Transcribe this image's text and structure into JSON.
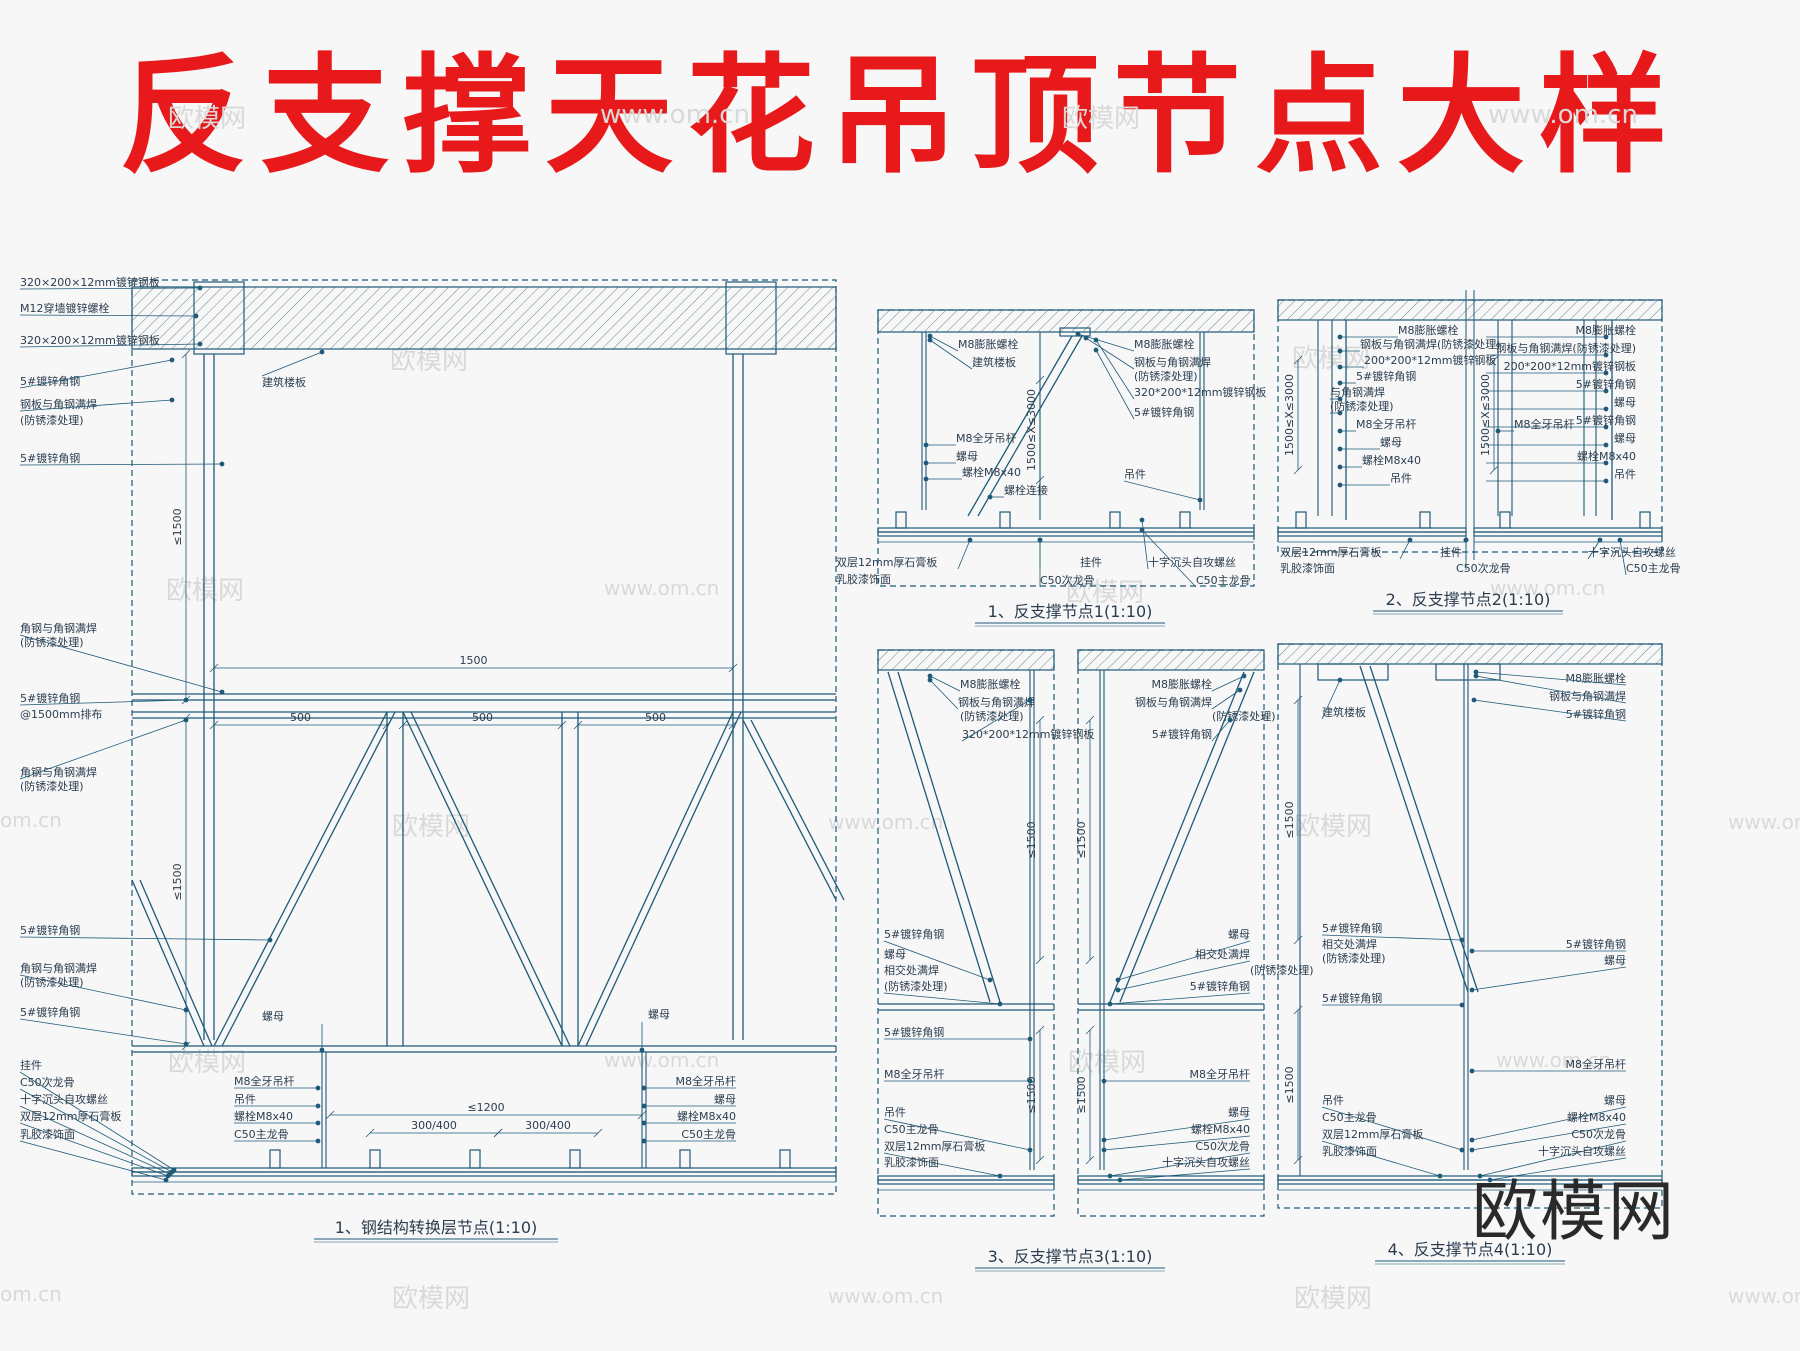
{
  "title": "反支撑天花吊顶节点大样",
  "watermarks": {
    "logo": "欧模网",
    "site": "www.om.cn",
    "site_short": "om.cn"
  },
  "brand_logo": "欧模网",
  "colors": {
    "title": "#e8191b",
    "line": "#1f5a78",
    "text": "#2b3d4f",
    "bg": "#f7f7f7"
  },
  "d1": {
    "caption": "1、钢结构转换层节点(1:10)",
    "labels": [
      "320×200×12mm镀锌钢板",
      "M12穿墙镀锌螺栓",
      "320×200×12mm镀锌钢板",
      "5#镀锌角钢",
      "钢板与角钢满焊",
      "(防锈漆处理)",
      "5#镀锌角钢",
      "角钢与角钢满焊",
      "(防锈漆处理)",
      "5#镀锌角钢",
      "@1500mm排布",
      "角钢与角钢满焊",
      "(防锈漆处理)",
      "5#镀锌角钢",
      "角钢与角钢满焊",
      "(防锈漆处理)",
      "5#镀锌角钢",
      "挂件",
      "C50次龙骨",
      "十字沉头自攻螺丝",
      "双层12mm厚石膏板",
      "乳胶漆饰面",
      "建筑楼板",
      "螺母",
      "螺母",
      "M8全牙吊杆",
      "M8全牙吊杆",
      "吊件",
      "螺母",
      "螺栓M8x40",
      "螺栓M8x40",
      "C50主龙骨",
      "C50主龙骨"
    ],
    "dims": [
      "≤1500",
      "≤1500",
      "1500",
      "500",
      "500",
      "500",
      "≤1200",
      "300/400",
      "300/400"
    ]
  },
  "d2": {
    "caption": "1、反支撑节点1(1:10)",
    "labels": [
      "M8膨胀螺栓",
      "建筑楼板",
      "M8膨胀螺栓",
      "钢板与角钢满焊",
      "(防锈漆处理)",
      "320*200*12mm镀锌钢板",
      "5#镀锌角钢",
      "M8全牙吊杆",
      "螺母",
      "螺栓M8x40",
      "螺栓连接",
      "吊件",
      "双层12mm厚石膏板",
      "乳胶漆饰面",
      "挂件",
      "C50次龙骨",
      "十字沉头自攻螺丝",
      "C50主龙骨"
    ],
    "dims": [
      "1500≤X≤3000"
    ]
  },
  "d3": {
    "caption": "2、反支撑节点2(1:10)",
    "labels": [
      "M8膨胀螺栓",
      "钢板与角钢满焊(防锈漆处理)",
      "200*200*12mm镀锌钢板",
      "5#镀锌角钢",
      "与角钢满焊",
      "(防锈漆处理)",
      "M8全牙吊杆",
      "螺母",
      "螺栓M8x40",
      "吊件",
      "M8膨胀螺栓",
      "钢板与角钢满焊(防锈漆处理)",
      "200*200*12mm镀锌钢板",
      "5#镀锌角钢",
      "螺母",
      "5#镀锌角钢",
      "螺母",
      "螺栓M8x40",
      "吊件",
      "M8全牙吊杆",
      "双层12mm厚石膏板",
      "乳胶漆饰面",
      "挂件",
      "C50次龙骨",
      "十字沉头自攻螺丝",
      "C50主龙骨"
    ],
    "dims": [
      "1500≤X≤3000",
      "1500≤X≤3000"
    ]
  },
  "d4": {
    "caption": "3、反支撑节点3(1:10)",
    "labels": [
      "M8膨胀螺栓",
      "钢板与角钢满焊",
      "(防锈漆处理)",
      "320*200*12mm镀锌钢板",
      "M8膨胀螺栓",
      "钢板与角钢满焊",
      "(防锈漆处理)",
      "5#镀锌角钢",
      "5#镀锌角钢",
      "螺母",
      "相交处满焊",
      "(防锈漆处理)",
      "5#镀锌角钢",
      "螺母",
      "相交处满焊",
      "(防锈漆处理)",
      "5#镀锌角钢",
      "M8全牙吊杆",
      "M8全牙吊杆",
      "吊件",
      "C50主龙骨",
      "双层12mm厚石膏板",
      "乳胶漆饰面",
      "螺母",
      "螺栓M8x40",
      "C50次龙骨",
      "十字沉头自攻螺丝"
    ],
    "dims": [
      "≤1500",
      "≤1500",
      "≤1500",
      "≤1500"
    ]
  },
  "d5": {
    "caption": "4、反支撑节点4(1:10)",
    "labels": [
      "M8膨胀螺栓",
      "钢板与角钢满焊",
      "5#镀锌角钢",
      "建筑楼板",
      "5#镀锌角钢",
      "相交处满焊",
      "(防锈漆处理)",
      "5#镀锌角钢",
      "螺母",
      "5#镀锌角钢",
      "M8全牙吊杆",
      "吊件",
      "C50主龙骨",
      "双层12mm厚石膏板",
      "乳胶漆饰面",
      "螺母",
      "螺栓M8x40",
      "C50次龙骨",
      "十字沉头自攻螺丝"
    ],
    "dims": [
      "≤1500",
      "≤1500"
    ]
  }
}
